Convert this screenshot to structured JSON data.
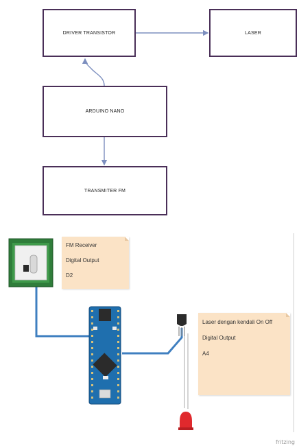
{
  "block_diagram": {
    "blocks": {
      "driver": "DRIVER TRANSISTOR",
      "laser": "LASER",
      "arduino": "ARDUINO NANO",
      "transmitter": "TRANSMITER FM"
    }
  },
  "schematic": {
    "notes": {
      "fm": [
        "FM Receiver",
        "Digital Output",
        "D2"
      ],
      "laser": [
        "Laser dengan kendali On Off",
        "Digital Output",
        "A4"
      ]
    },
    "watermark": "fritzing"
  },
  "colors": {
    "block_border": "#4a2f58",
    "arrow": "#7d8fbf",
    "wire": "#3f7fc0",
    "note_bg": "#fbe3c6",
    "pcb": "#2f7d3a",
    "arduino": "#1f6fae",
    "led": "#e0292d"
  }
}
